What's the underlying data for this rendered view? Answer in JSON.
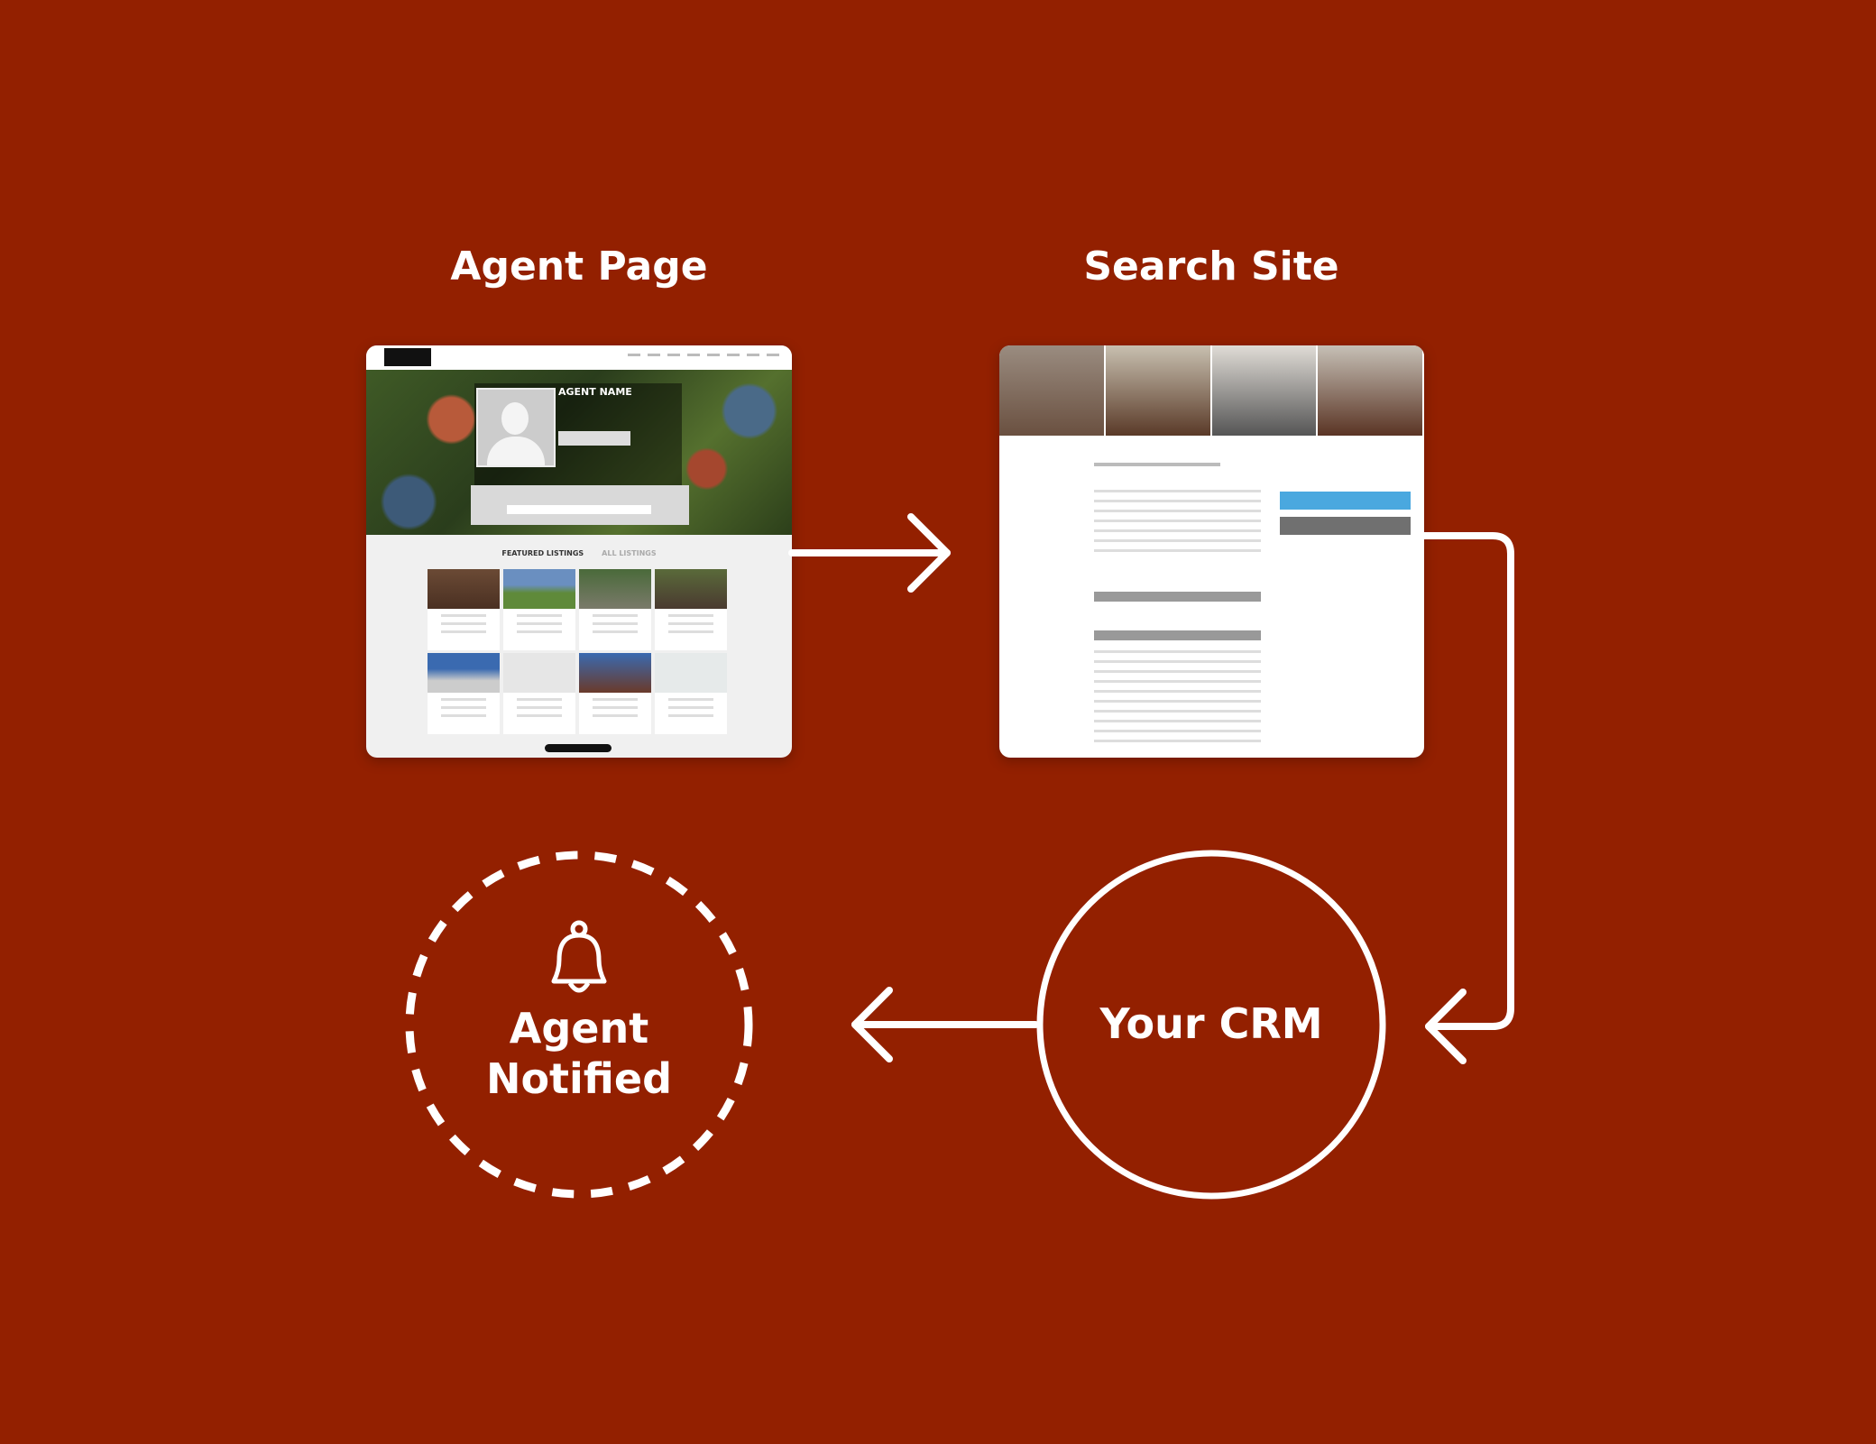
{
  "agent_page": {
    "title": "Agent Page",
    "agent_name": "AGENT NAME",
    "tab_featured": "FEATURED LISTINGS",
    "tab_all": "ALL LISTINGS"
  },
  "search_site": {
    "title": "Search Site"
  },
  "crm": {
    "label": "Your CRM"
  },
  "notification": {
    "line1": "Agent",
    "line2": "Notified",
    "icon": "bell-icon"
  },
  "colors": {
    "background": "#932000",
    "foreground": "#ffffff",
    "button_blue": "#4aa8df",
    "button_gray": "#707070"
  }
}
